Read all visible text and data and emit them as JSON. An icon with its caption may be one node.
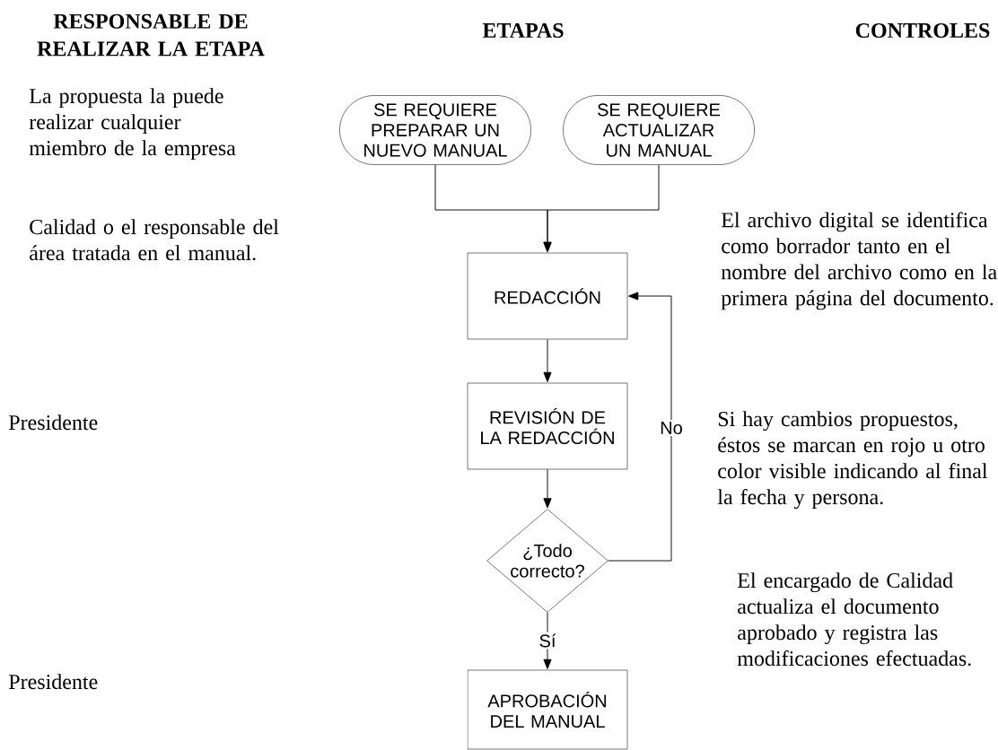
{
  "diagram": {
    "nodes": [
      {
        "text": [
          "SE REQUIERE PREPARAR UN NUEVO MANUAL"
        ]
      },
      {
        "text": [
          "SE REQUIERE ACTUALIZAR UN MANUAL"
        ]
      },
      {
        "text": [
          "REDACCIÓN"
        ]
      },
      {
        "text": [
          "REVISIÓN DE LA REDACCIÓN"
        ]
      },
      {
        "text": [
          "¿Todo correcto?"
        ]
      },
      {
        "text": [
          "APROBACIÓN DEL MANUAL"
        ]
      }
    ],
    "edges": [
      {
        "from": 0,
        "to": 2,
        "arrow": "to"
      },
      {
        "from": 1,
        "to": 2,
        "arrow": "to"
      },
      {
        "from": 2,
        "to": 3,
        "arrow": "to"
      },
      {
        "from": 3,
        "to": 4,
        "arrow": "to"
      },
      {
        "from": 4,
        "to": 2,
        "arrow": "to",
        "label": "No"
      },
      {
        "from": 4,
        "to": 5,
        "arrow": "to",
        "label": "Sí"
      }
    ],
    "labels": [
      "RESPONSABLE DE REALIZAR LA ETAPA",
      "ETAPAS",
      "CONTROLES",
      "La propuesta la puede realizar cualquier miembro de la empresa",
      "El archivo digital se identifica como borrador tanto en el nombre del archivo como en la primera página del documento.",
      "Calidad o el responsable del área tratada en el manual.",
      "Presidente",
      "Si hay cambios propuestos, éstos se marcan en rojo u otro color visible indicando al final la fecha y persona.",
      "El encargado de Calidad actualiza el documento aprobado y registra las modificaciones efectuadas.",
      "Presidente"
    ]
  }
}
